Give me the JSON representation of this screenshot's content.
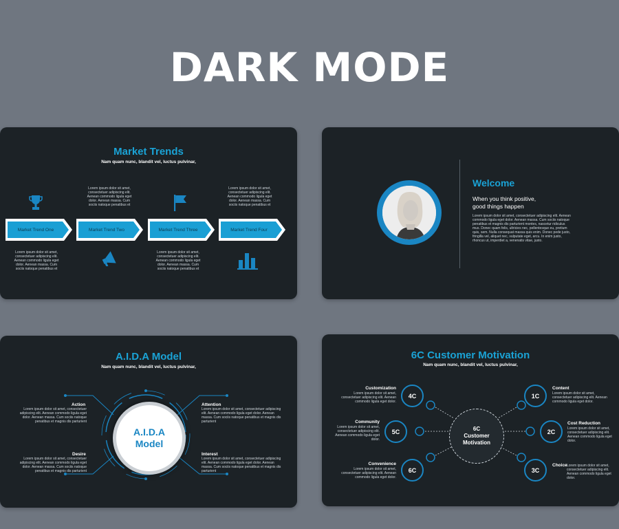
{
  "hero": {
    "title": "DARK MODE"
  },
  "colors": {
    "background": "#6f7680",
    "slide": "#1c2226",
    "accent": "#1aa3d6",
    "accent_dark": "#1a86c3"
  },
  "slide1": {
    "title": "Market Trends",
    "subtitle": "Nam quam nunc, blandit vel, luctus pulvinar,",
    "arrows": [
      "Market Trend One",
      "Market Trend Two",
      "Market Trend Three",
      "Market Trend Four"
    ],
    "text_top": "Lorem ipsum dolor sit amet, consectetuer adipiscing elit. Aenean commodo ligula eget dolor. Aenean massa. Cum sociis natoque penatibus et",
    "text_bottom": "Lorem ipsum dolor sit amet, consectetuer adipiscing elit. Aenean commodo ligula eget dolor. Aenean massa. Cum sociis natoque penatibus et",
    "icons": [
      "trophy-icon",
      "megaphone-icon",
      "flag-icon",
      "bar-chart-icon"
    ]
  },
  "slide2": {
    "title": "Welcome",
    "heading_line1": "When you think positive,",
    "heading_line2": "good things happen",
    "body": "Lorem ipsum dolor sit amet, consectetuer adipiscing elit. Aenean commodo ligula eget dolor. Aenean massa. Cum sociis natoque penatibus et magnis dis parturient montes, nascetur ridiculus mus. Donec quam felis, ultricies nec, pellentesque eu, pretium quis, sem. Nulla consequat massa quis enim. Donec pede justo, fringilla vel, aliquet nec, vulputate eget, arcu. In enim justo, rhoncus ut, imperdiet a, venenatis vitae, justo."
  },
  "slide3": {
    "title": "A.I.D.A Model",
    "subtitle": "Nam quam nunc, blandit vel, luctus pulvinar,",
    "center_line1": "A.I.D.A",
    "center_line2": "Model",
    "action": {
      "label": "Action",
      "text": "Lorem ipsum dolor sit amet, consectetuer adipiscing elit. Aenean commodo ligula eget dolor. Aenean massa. Cum sociis natoque penatibus et magnis dis parturient"
    },
    "desire": {
      "label": "Desire",
      "text": "Lorem ipsum dolor sit amet, consectetuer adipiscing elit. Aenean commodo ligula eget dolor. Aenean massa. Cum sociis natoque penatibus et magnis dis parturient"
    },
    "attention": {
      "label": "Attention",
      "text": "Lorem ipsum dolor sit amet, consectetuer adipiscing elit. Aenean commodo ligula eget dolor. Aenean massa. Cum sociis natoque penatibus et magnis dis parturient"
    },
    "interest": {
      "label": "Interest",
      "text": "Lorem ipsum dolor sit amet, consectetuer adipiscing elit. Aenean commodo ligula eget dolor. Aenean massa. Cum sociis natoque penatibus et magnis dis parturient"
    }
  },
  "slide4": {
    "title": "6C Customer Motivation",
    "subtitle": "Nam quam nunc, blandit vel, luctus pulvinar,",
    "center_line1": "6C",
    "center_line2": "Customer",
    "center_line3": "Motivation",
    "nodes": [
      "4C",
      "5C",
      "6C",
      "1C",
      "2C",
      "3C"
    ],
    "customization": {
      "label": "Customization",
      "text": "Lorem ipsum dolor sit amet, consectetuer adipiscing elit. Aenean commodo ligula eget dolor."
    },
    "community": {
      "label": "Community",
      "text": "Lorem ipsum dolor sit amet, consectetuer adipiscing elit. Aenean commodo ligula eget dolor."
    },
    "convenience": {
      "label": "Convenience",
      "text": "Lorem ipsum dolor sit amet, consectetuer adipiscing elit. Aenean commodo ligula eget dolor."
    },
    "content": {
      "label": "Content",
      "text": "Lorem ipsum dolor sit amet, consectetuer adipiscing elit. Aenean commodo ligula eget dolor."
    },
    "cost": {
      "label": "Cost Reduction",
      "text": "Lorem ipsum dolor sit amet, consectetuer adipiscing elit. Aenean commodo ligula eget dolor."
    },
    "choice": {
      "label": "Choice",
      "text": "Lorem ipsum dolor sit amet, consectetuer adipiscing elit. Aenean commodo ligula eget dolor."
    }
  }
}
